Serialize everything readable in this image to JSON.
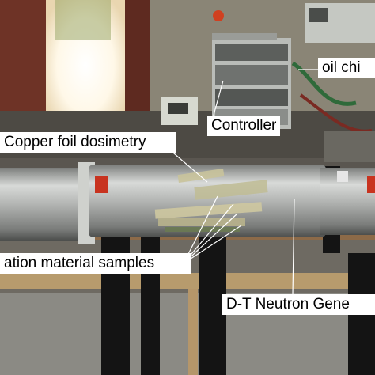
{
  "labels": {
    "oil_chiller": "oil chi",
    "controller": "Controller",
    "copper_foil": "Copper foil dosimetry",
    "samples": "ation material samples",
    "dt_generator": "D-T Neutron Gene"
  },
  "colors": {
    "label_background": "#ffffff",
    "label_text": "#000000",
    "leader_line": "#ffffff",
    "cylinder": "#a8aaa8",
    "wall": "#7a3a2a",
    "strap": "#141414"
  }
}
